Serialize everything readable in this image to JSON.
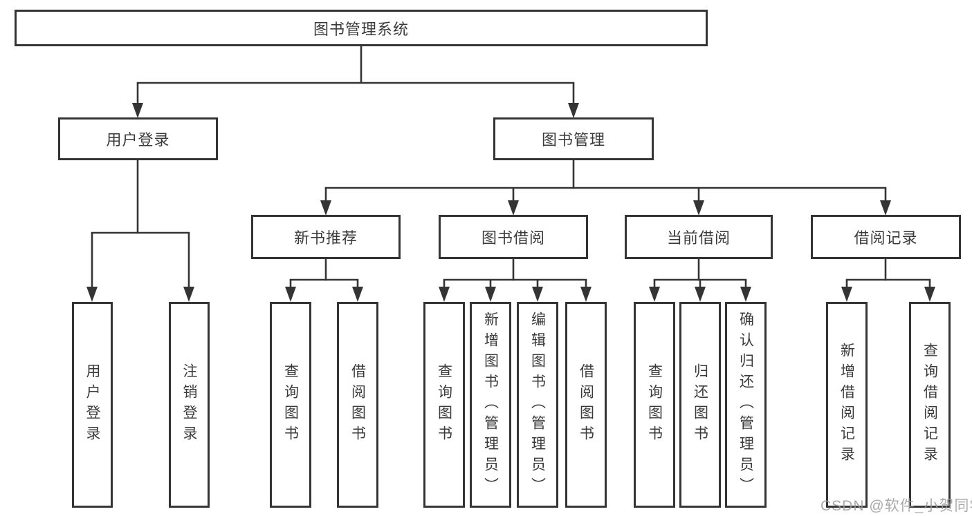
{
  "diagram": {
    "root": "图书管理系统",
    "branches": [
      {
        "label": "用户登录",
        "children": [
          {
            "label": "用户登录"
          },
          {
            "label": "注销登录"
          }
        ]
      },
      {
        "label": "图书管理",
        "children": [
          {
            "label": "新书推荐",
            "children": [
              {
                "label": "查询图书"
              },
              {
                "label": "借阅图书"
              }
            ]
          },
          {
            "label": "图书借阅",
            "children": [
              {
                "label": "查询图书"
              },
              {
                "label": "新增图书（管理员）"
              },
              {
                "label": "编辑图书（管理员）"
              },
              {
                "label": "借阅图书"
              }
            ]
          },
          {
            "label": "当前借阅",
            "children": [
              {
                "label": "查询图书"
              },
              {
                "label": "归还图书"
              },
              {
                "label": "确认归还（管理员）"
              }
            ]
          },
          {
            "label": "借阅记录",
            "children": [
              {
                "label": "新增借阅记录"
              },
              {
                "label": "查询借阅记录"
              }
            ]
          }
        ]
      }
    ],
    "watermark": "CSDN @软件_小贺同学",
    "colors": {
      "line": "#343434",
      "box_border": "#343434",
      "box_fill": "#ffffff",
      "text": "#3a3a3a",
      "watermark": "#9e9e9e"
    }
  }
}
